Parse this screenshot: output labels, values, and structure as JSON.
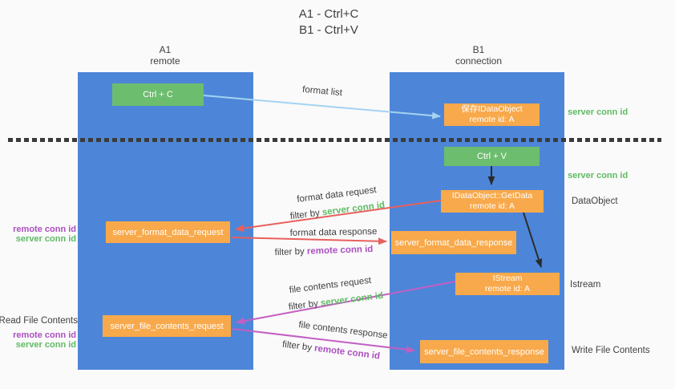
{
  "title": {
    "line1": "A1 - Ctrl+C",
    "line2": "B1 - Ctrl+V"
  },
  "colors": {
    "background": "#fafafa",
    "column_blue": "#4d86d8",
    "box_green": "#6dbd6e",
    "box_orange": "#f8a94b",
    "arrow_lightblue": "#a3d3f2",
    "arrow_red": "#e8605d",
    "arrow_magenta": "#c35ec3",
    "arrow_black": "#2b2b2b",
    "text_dark": "#3f3f3f",
    "text_green": "#5fbb63",
    "text_purple": "#ab4fc0",
    "divider": "#3a3a3a"
  },
  "lifelines": {
    "a1": {
      "name": "A1",
      "role": "remote"
    },
    "b1": {
      "name": "B1",
      "role": "connection"
    }
  },
  "boxes": {
    "ctrl_c": "Ctrl + C",
    "ctrl_v": "Ctrl + V",
    "save_idataobject": {
      "line1": "保存IDataObject",
      "line2": "remote id: A"
    },
    "getdata": {
      "line1": "IDataObject::GetData",
      "line2": "remote id: A"
    },
    "istream": {
      "line1": "IStream",
      "line2": "remote id: A"
    },
    "format_request": "server_format_data_request",
    "format_response": "server_format_data_response",
    "file_request": "server_file_contents_request",
    "file_response": "server_file_contents_response"
  },
  "arrow_labels": {
    "format_list": "format list",
    "format_data_request": "format data request",
    "format_data_request_filter_prefix": "filter by ",
    "format_data_request_filter_key": "server conn id",
    "format_data_response": "format data response",
    "format_data_response_filter_prefix": "filter by ",
    "format_data_response_filter_key": "remote conn id",
    "file_contents_request": "file contents request",
    "file_contents_request_filter_prefix": "filter by ",
    "file_contents_request_filter_key": "server conn id",
    "file_contents_response": "file contents response",
    "file_contents_response_filter_prefix": "filter by ",
    "file_contents_response_filter_key": "remote conn id"
  },
  "side_labels": {
    "right_server_conn_id_1": "server conn id",
    "right_server_conn_id_2": "server conn id",
    "right_dataobject": "DataObject",
    "right_istream": "Istream",
    "right_write_file": "Write File Contents",
    "left_remote_conn_id_1": "remote conn id",
    "left_server_conn_id_1": "server conn id",
    "left_read_file": "Read File Contents",
    "left_remote_conn_id_2": "remote conn id",
    "left_server_conn_id_2": "server conn id"
  }
}
